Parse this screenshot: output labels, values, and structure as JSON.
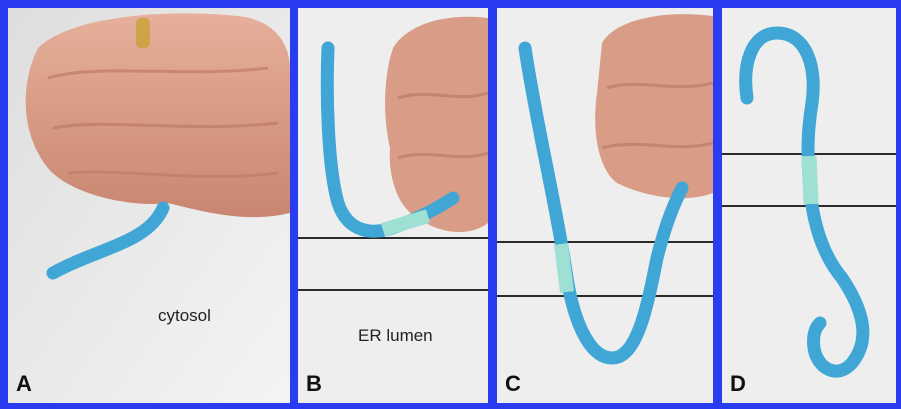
{
  "panels": [
    {
      "letter": "A",
      "label": "cytosol"
    },
    {
      "letter": "B",
      "label": "ER lumen"
    },
    {
      "letter": "C",
      "label": ""
    },
    {
      "letter": "D",
      "label": ""
    }
  ],
  "colors": {
    "border": "#2a3cf0",
    "tube": "#3fa6d6",
    "tube_segment": "#9fe0d4",
    "membrane_line": "#2a2a2a",
    "skin": "#d99c86"
  }
}
